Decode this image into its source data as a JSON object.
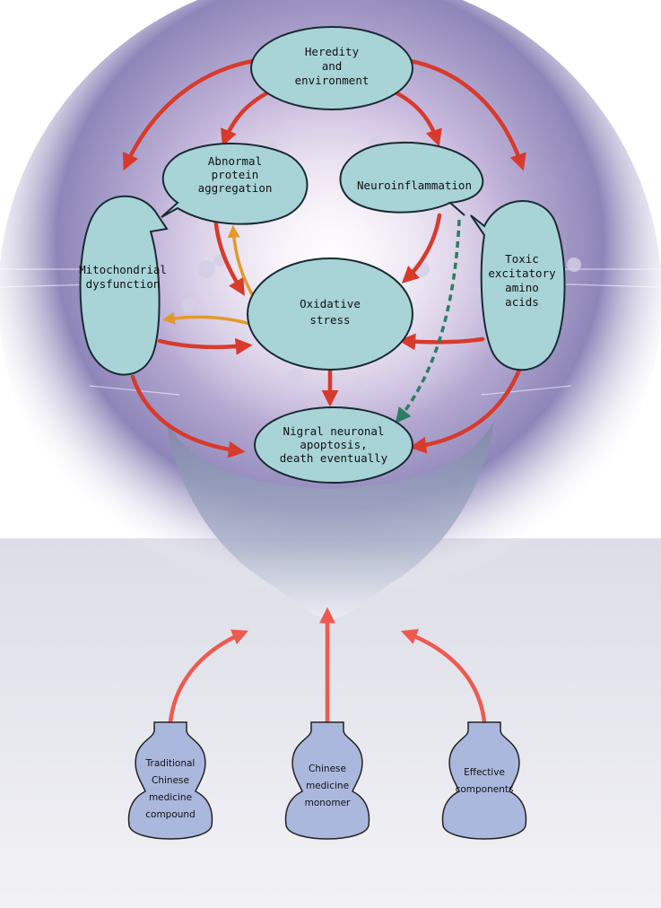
{
  "colors": {
    "node_fill": "#a8d4d8",
    "node_stroke": "#1a2a33",
    "arrow_red": "#d83a2c",
    "arrow_orange": "#e29a2a",
    "arrow_green": "#2c7d63",
    "vase_fill": "#aab8de",
    "vase_stroke": "#222222",
    "bottom_arrow": "#ef5a50"
  },
  "nodes": {
    "heredity": {
      "lines": [
        "Heredity",
        "and",
        "environment"
      ]
    },
    "abnormal": {
      "lines": [
        "Abnormal",
        "protein",
        "aggregation"
      ]
    },
    "neuroinflammation": {
      "lines": [
        "Neuroinflammation"
      ]
    },
    "mitochondrial": {
      "lines": [
        "Mitochondrial",
        "dysfunction"
      ]
    },
    "oxidative": {
      "lines": [
        "Oxidative",
        "stress"
      ]
    },
    "toxic": {
      "lines": [
        "Toxic",
        "excitatory",
        "amino",
        "acids"
      ]
    },
    "nigral": {
      "lines": [
        "Nigral neuronal",
        "apoptosis,",
        "death eventually"
      ]
    }
  },
  "vases": {
    "tcm_compound": {
      "lines": [
        "Traditional",
        "Chinese",
        "medicine",
        "compound"
      ]
    },
    "monomer": {
      "lines": [
        "Chinese",
        "medicine",
        "monomer"
      ]
    },
    "components": {
      "lines": [
        "Effective",
        "components"
      ]
    }
  }
}
